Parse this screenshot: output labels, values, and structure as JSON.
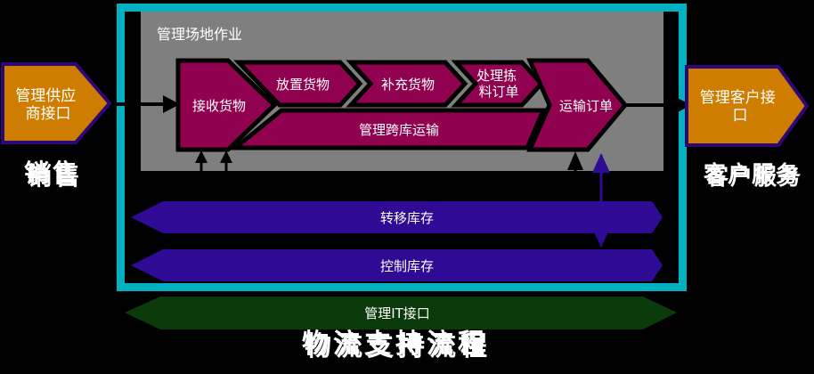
{
  "captions": {
    "left": "销售",
    "right": "客户服务",
    "title": "物流支持流程"
  },
  "interfaces": {
    "supplier": {
      "full": "管理供应商接口",
      "line1": "管理供应",
      "line2": "商接口"
    },
    "customer": {
      "full": "管理客户接口",
      "line1": "管理客户接",
      "line2": "口"
    }
  },
  "yard": {
    "label": "管理场地作业",
    "steps": {
      "receive": "接收货物",
      "putaway": "放置货物",
      "replenish": "补充货物",
      "pick_line1": "处理拣",
      "pick_line2": "料订单",
      "crossdock": "管理跨库运输",
      "transport": "运输订单"
    }
  },
  "inventory": {
    "transfer": "转移库存",
    "control": "控制库存"
  },
  "it": {
    "label": "管理IT接口"
  },
  "colors": {
    "background": "#000000",
    "cyan_frame": "#00B1C1",
    "panel_gray": "#7F7F7F",
    "magenta": "#90014F",
    "purple": "#2F0A95",
    "green": "#0A3A0A",
    "orange": "#CE7D00",
    "orange_border": "#2E0676",
    "caption_blue": "#9CC2E6",
    "caption_shadow": "#8B0000",
    "text_white": "#FFFFFF"
  }
}
